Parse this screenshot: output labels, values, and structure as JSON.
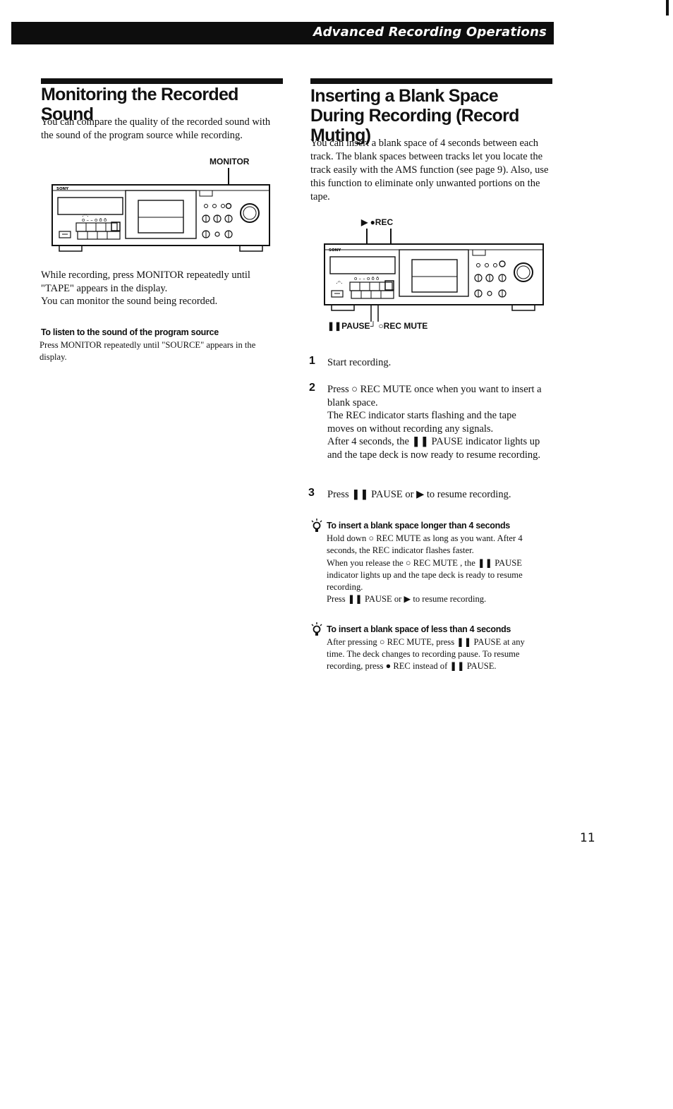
{
  "header": {
    "section_title": "Advanced Recording Operations"
  },
  "left": {
    "title": "Monitoring the Recorded Sound",
    "intro": "You can compare the quality of the recorded sound with the sound of the program source while recording.",
    "diagram_label": "MONITOR",
    "brand": "SONY",
    "body1": "While recording, press MONITOR repeatedly until \"TAPE\" appears in the display.",
    "body2": "You can monitor the sound being recorded.",
    "sub_title": "To listen to the sound of the program source",
    "sub_body": "Press MONITOR repeatedly until \"SOURCE\" appears in the display."
  },
  "right": {
    "title": "Inserting a Blank Space During Recording (Record Muting)",
    "intro": "You can insert a blank space of 4 seconds between each track.  The blank spaces between tracks let you locate the track easily with the AMS function (see page 9). Also, use this function to eliminate only unwanted portions on the tape.",
    "label_top": "▶ ●REC",
    "label_bottom": "❚❚PAUSE┘ ○REC MUTE",
    "brand": "SONY",
    "steps": [
      {
        "num": "1",
        "text": "Start recording."
      },
      {
        "num": "2",
        "text": "Press ○ REC MUTE once when you want to insert a blank space."
      },
      {
        "num": "3",
        "text": "Press ❚❚ PAUSE or ▶ to resume recording."
      }
    ],
    "step2_more": "The REC indicator starts flashing and the tape moves on without recording any signals.",
    "step2_more2": "After 4 seconds, the ❚❚ PAUSE indicator lights up and the tape deck is now ready to resume recording.",
    "tip1": {
      "title": "To insert a blank space longer than 4 seconds",
      "line1": "Hold down ○ REC MUTE as long as you want.  After 4 seconds, the REC indicator flashes faster.",
      "line2": "When you release the ○ REC MUTE , the ❚❚ PAUSE indicator lights up and the tape deck is ready to resume recording.",
      "line3": "Press ❚❚ PAUSE or ▶ to resume recording."
    },
    "tip2": {
      "title": "To insert a blank space of less than 4 seconds",
      "body": "After pressing ○ REC MUTE, press ❚❚ PAUSE at any time.  The deck changes to recording pause.  To resume recording, press ● REC instead of ❚❚ PAUSE."
    }
  },
  "page_number": "11"
}
